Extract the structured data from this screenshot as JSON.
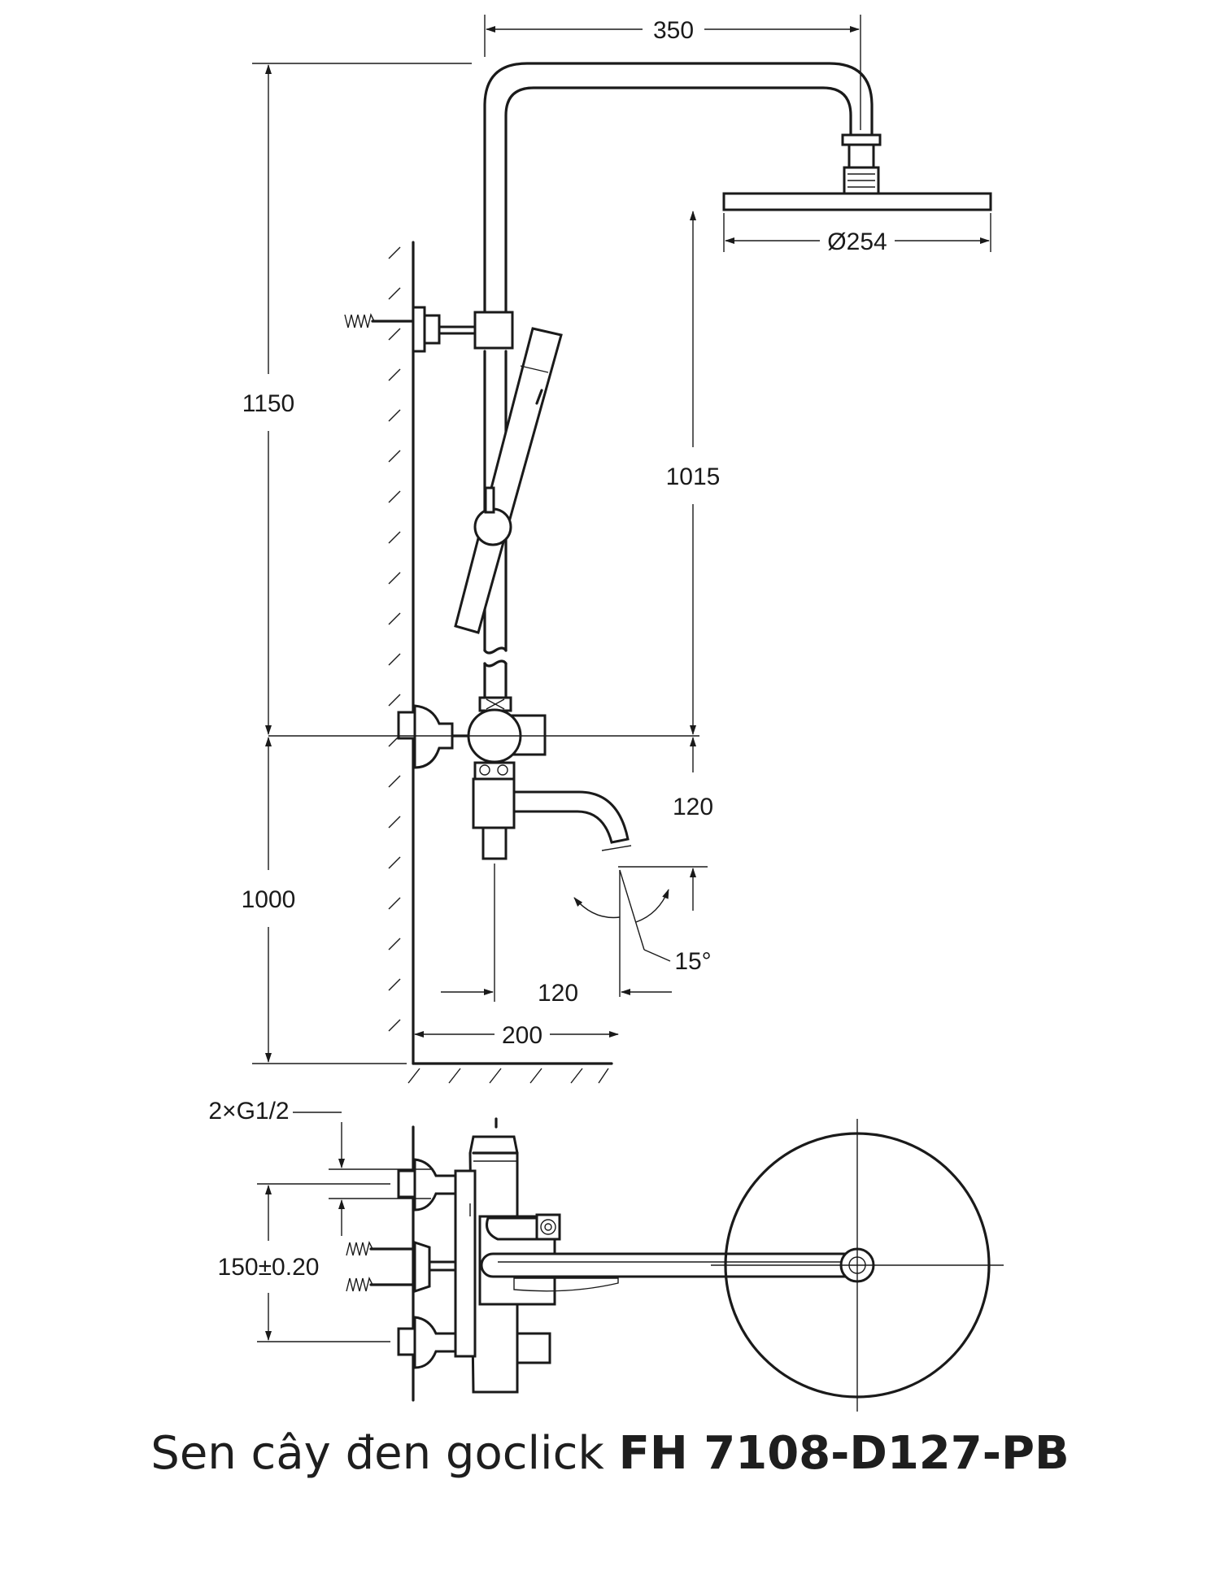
{
  "caption": {
    "name_prefix": "Sen cây đen goclick ",
    "model_code": "FH 7108-D127-PB"
  },
  "dimensions": {
    "arm_length": "350",
    "head_diameter": "Ø254",
    "total_height": "1150",
    "rail_height": "1015",
    "mount_height": "1000",
    "spout_drop": "120",
    "angle": "15°",
    "spout_reach": "120",
    "wall_offset": "200",
    "inlet_thread": "2×G1/2",
    "inlet_spacing": "150±0.20"
  }
}
